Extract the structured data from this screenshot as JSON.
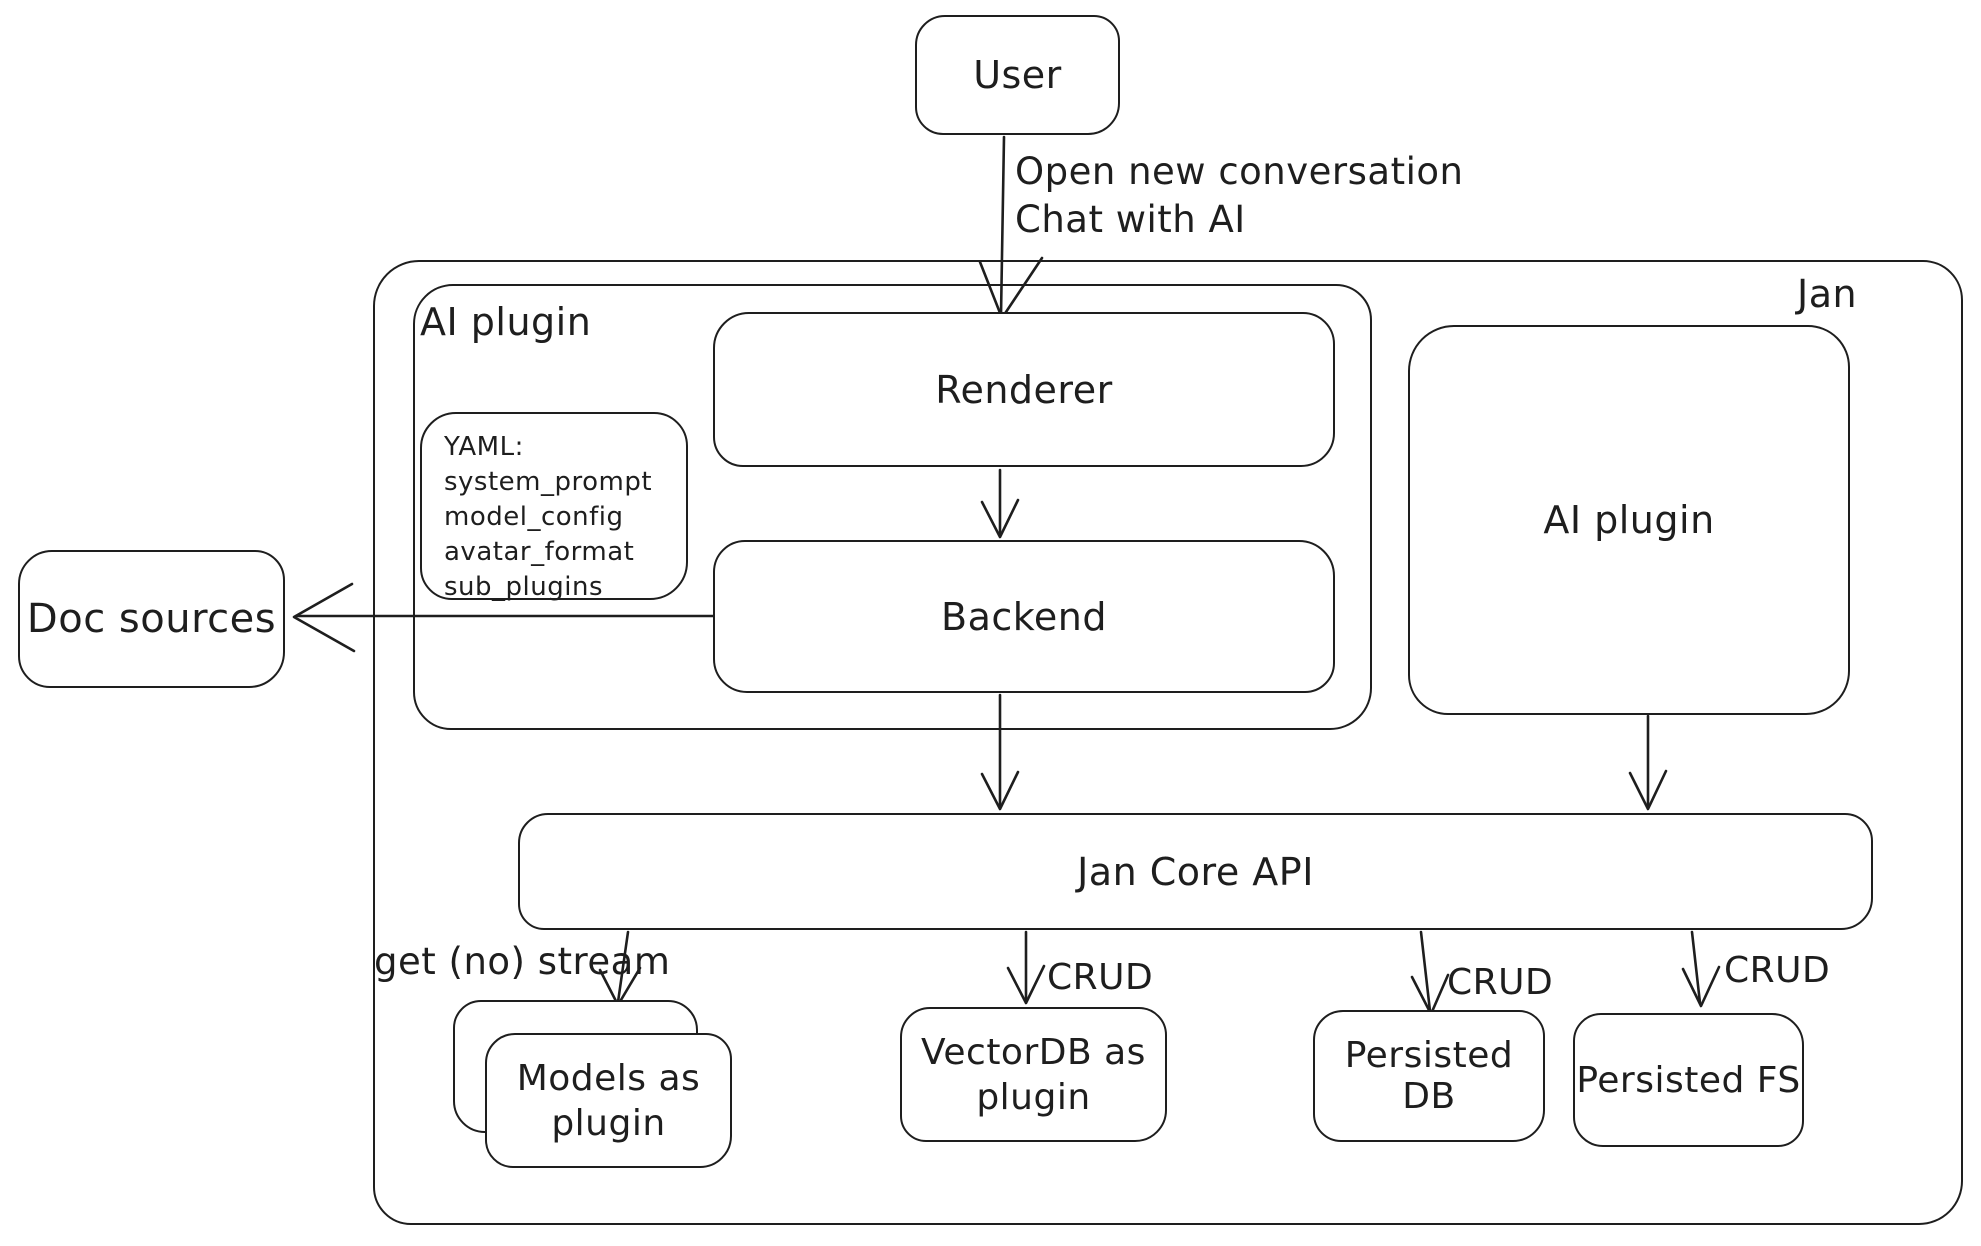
{
  "colors": {
    "stroke": "#1e1e1e",
    "background": "#ffffff"
  },
  "nodes": {
    "user": "User",
    "jan_container": "Jan",
    "ai_plugin_container": "AI plugin",
    "renderer": "Renderer",
    "backend": "Backend",
    "yaml_note": "YAML:\nsystem_prompt\nmodel_config\navatar_format\nsub_plugins",
    "ai_plugin_box": "AI plugin",
    "jan_core_api": "Jan Core API",
    "doc_sources": "Doc sources",
    "models_as_plugin": "Models as\nplugin",
    "vectordb_as_plugin": "VectorDB as\nplugin",
    "persisted_db": "Persisted DB",
    "persisted_fs": "Persisted FS"
  },
  "edge_labels": {
    "user_to_renderer": "Open new conversation\nChat with AI",
    "jan_core_to_models": "get (no) stream",
    "jan_core_to_vectordb": "CRUD",
    "jan_core_to_persisted_db": "CRUD",
    "jan_core_to_persisted_fs": "CRUD"
  }
}
